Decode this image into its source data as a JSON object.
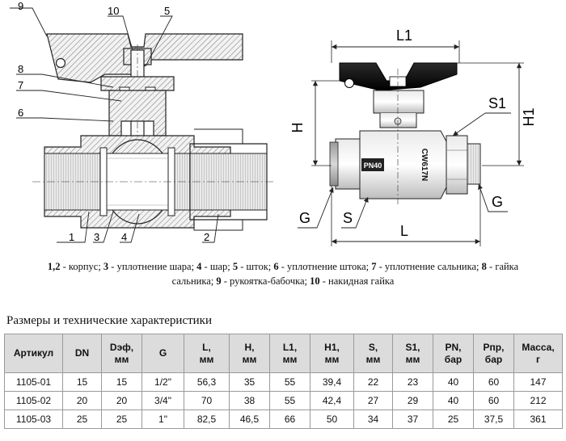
{
  "left_drawing": {
    "callouts": {
      "c9": "9",
      "c10": "10",
      "c5": "5",
      "c8": "8",
      "c7": "7",
      "c6": "6",
      "c1": "1",
      "c3": "3",
      "c4": "4",
      "c2": "2"
    }
  },
  "right_drawing": {
    "dims": {
      "L1": "L1",
      "H": "H",
      "H1": "H1",
      "S1": "S1",
      "G_left": "G",
      "S": "S",
      "L": "L",
      "G_right": "G"
    },
    "body_marks": {
      "pn": "PN40",
      "cw": "CW617N"
    }
  },
  "caption": {
    "parts": [
      {
        "num": "1,2",
        "text": " - корпус; "
      },
      {
        "num": "3",
        "text": " - уплотнение шара; "
      },
      {
        "num": "4",
        "text": " - шар; "
      },
      {
        "num": "5",
        "text": " - шток; "
      },
      {
        "num": "6",
        "text": " - уплотнение штока; "
      },
      {
        "num": "7",
        "text": " - уплотнение сальника; "
      },
      {
        "num": "8",
        "text": " - гайка сальника; "
      },
      {
        "num": "9",
        "text": " - рукоятка-бабочка; "
      },
      {
        "num": "10",
        "text": " - накидная гайка"
      }
    ]
  },
  "section_title": "Размеры и технические характеристики",
  "table": {
    "headers": [
      "Артикул",
      "DN",
      "Dэф,\nмм",
      "G",
      "L,\nмм",
      "H,\nмм",
      "L1,\nмм",
      "H1,\nмм",
      "S,\nмм",
      "S1,\nмм",
      "PN,\nбар",
      "Pпр,\nбар",
      "Масса,\nг"
    ],
    "rows": [
      [
        "1105-01",
        "15",
        "15",
        "1/2\"",
        "56,3",
        "35",
        "55",
        "39,4",
        "22",
        "23",
        "40",
        "60",
        "147"
      ],
      [
        "1105-02",
        "20",
        "20",
        "3/4\"",
        "70",
        "38",
        "55",
        "42,4",
        "27",
        "29",
        "40",
        "60",
        "212"
      ],
      [
        "1105-03",
        "25",
        "25",
        "1\"",
        "82,5",
        "46,5",
        "66",
        "50",
        "34",
        "37",
        "25",
        "37,5",
        "361"
      ]
    ]
  }
}
